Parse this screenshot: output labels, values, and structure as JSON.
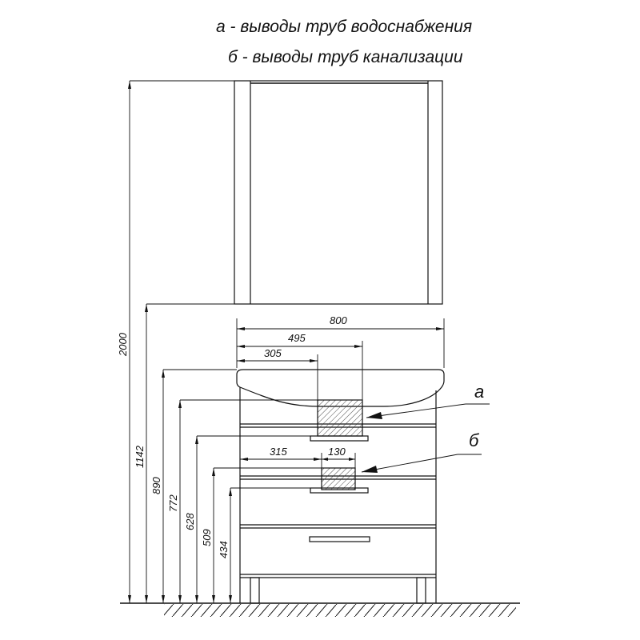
{
  "legend": {
    "line_a": "а -  выводы  труб водоснабжения",
    "line_b": "б -  выводы  труб канализации"
  },
  "callouts": {
    "a": "а",
    "b": "б"
  },
  "dimensions": {
    "width_total": "800",
    "width_495": "495",
    "width_305": "305",
    "width_315": "315",
    "width_130": "130",
    "height_2000": "2000",
    "height_1142": "1142",
    "height_890": "890",
    "height_772": "772",
    "height_628": "628",
    "height_509": "509",
    "height_434": "434"
  }
}
